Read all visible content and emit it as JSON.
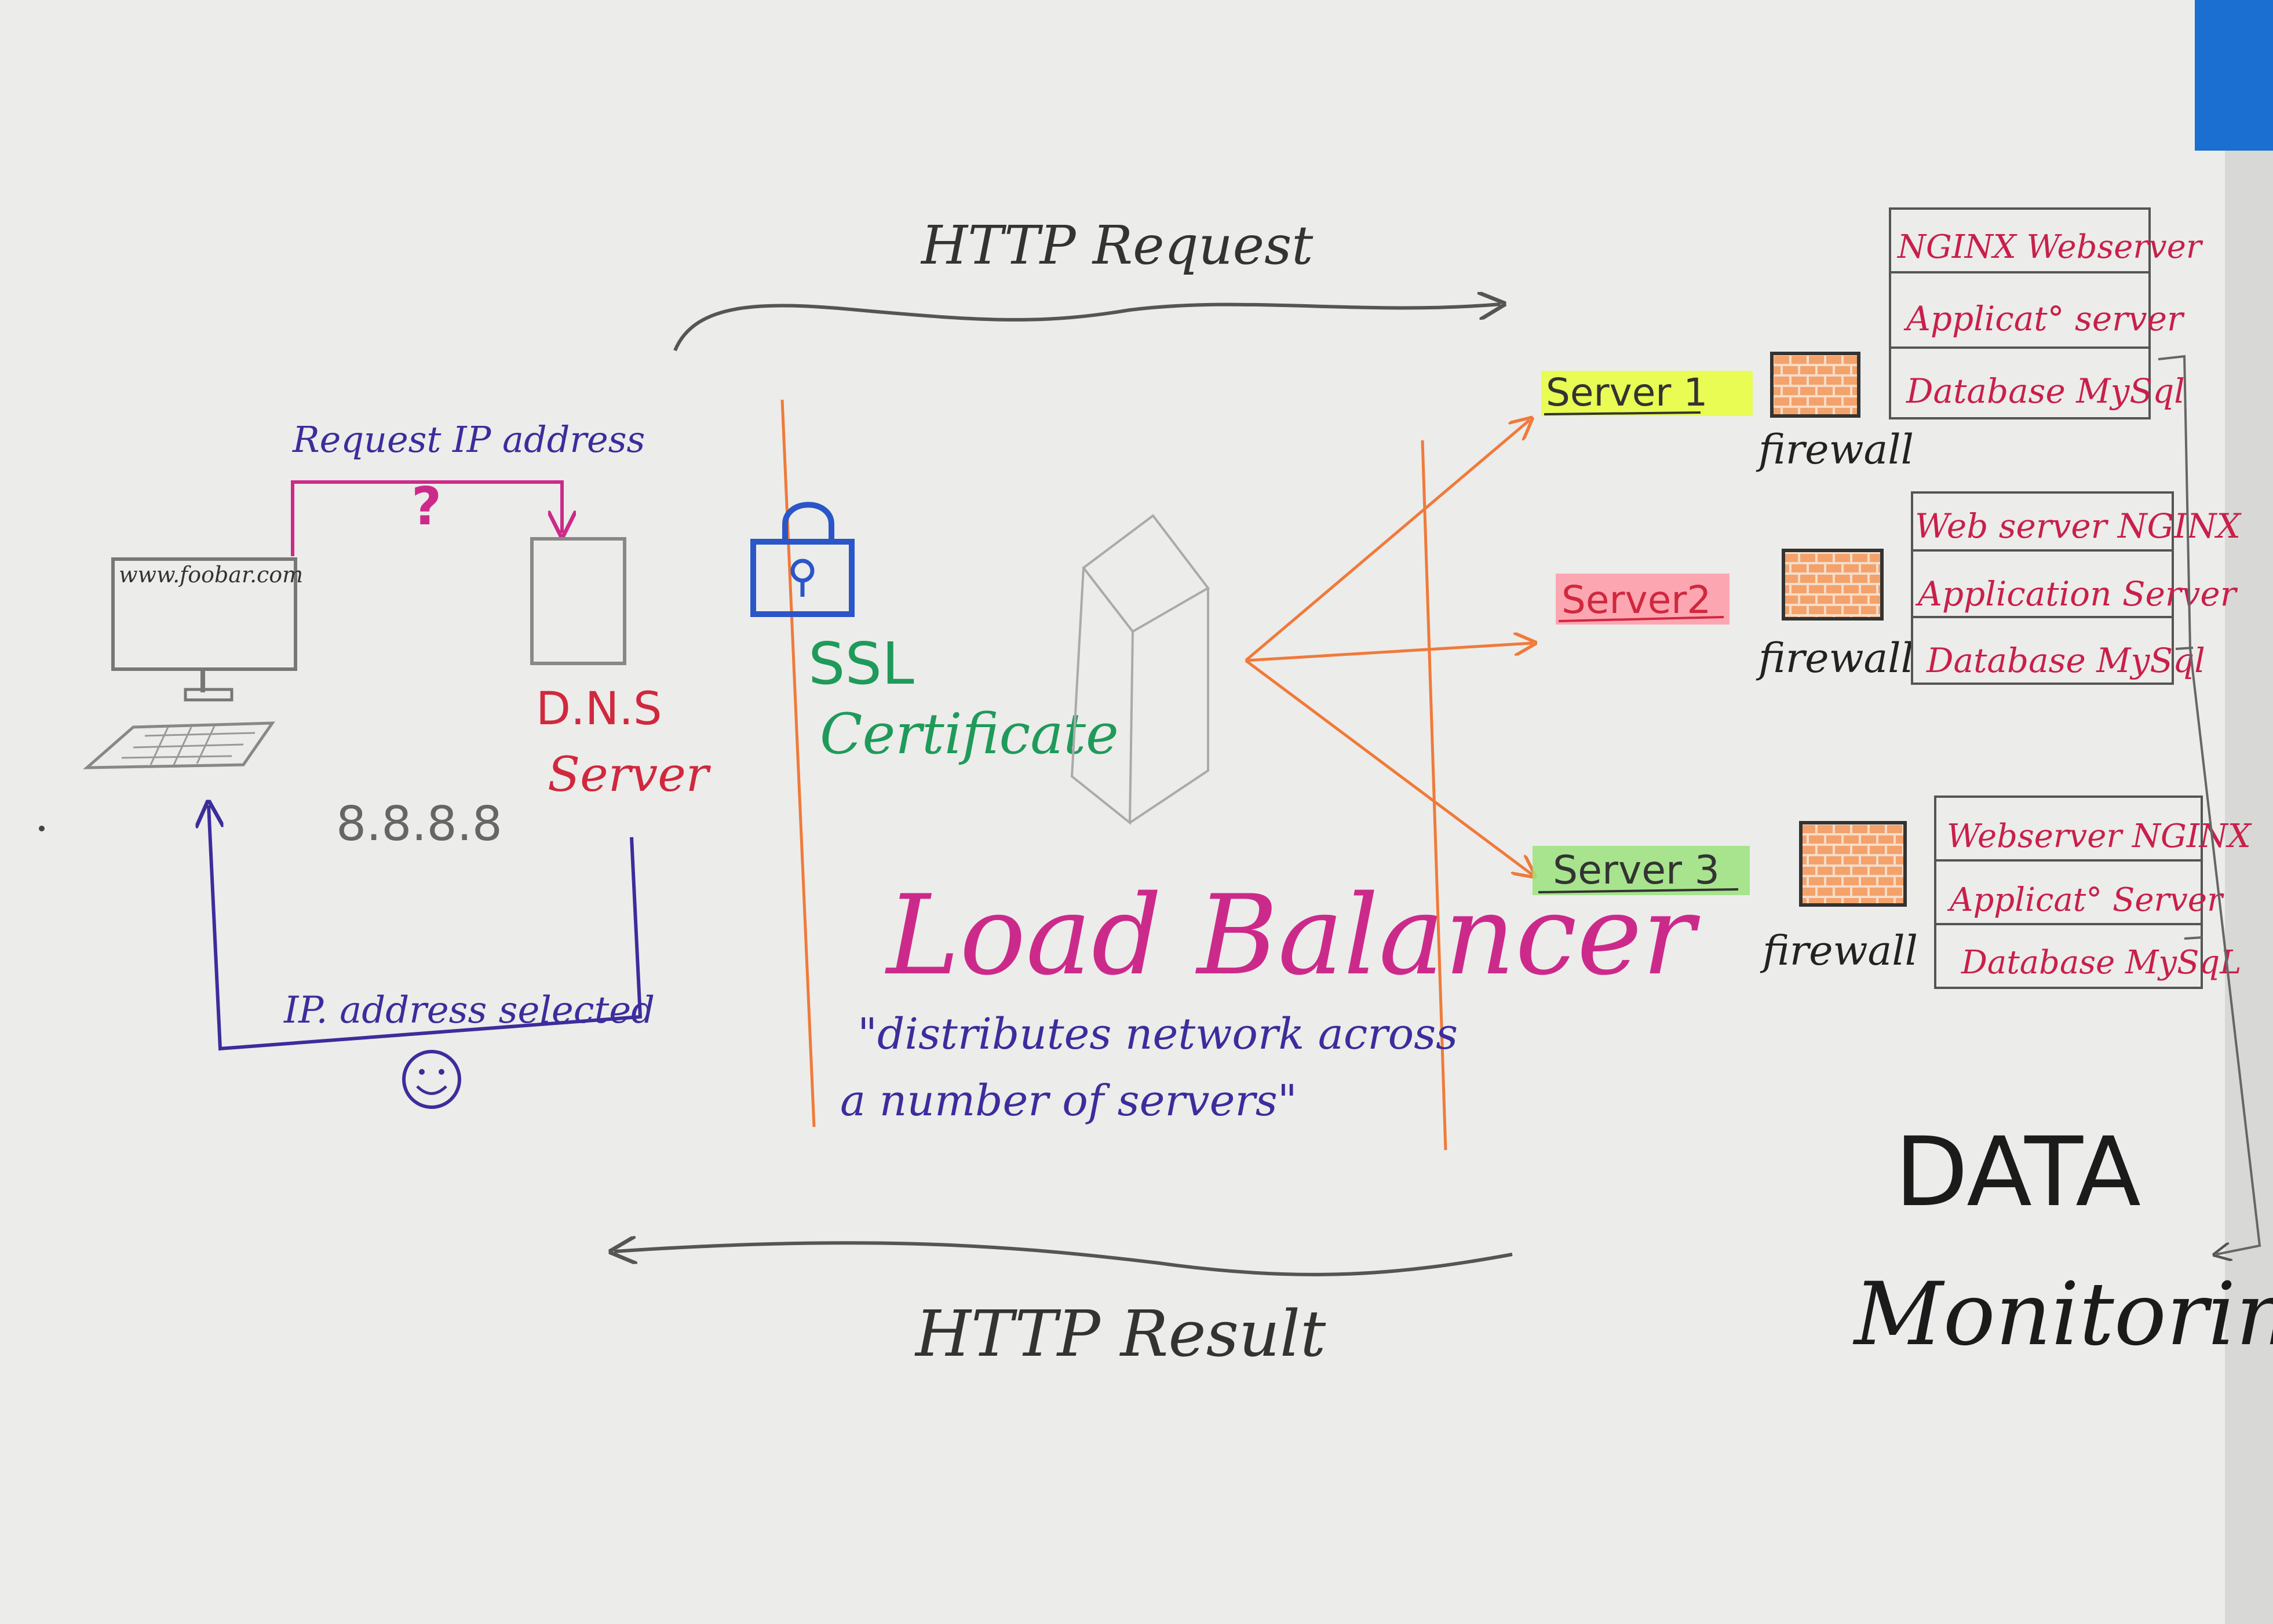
{
  "colors": {
    "paper": "#ececea",
    "blue_edge": "#1a6fd0",
    "ink_gray": "#555555",
    "ink_purple": "#3b2d9c",
    "ink_magenta": "#cc2a8a",
    "ink_red": "#d0283d",
    "ink_green": "#1f9a5a",
    "ink_orange": "#f07a3a",
    "ink_blue": "#2a56c8",
    "ink_black": "#1b1b1b",
    "highlight_yellow": "#e8ff3a",
    "highlight_pink": "#ff9aa8",
    "highlight_green": "#9be37d",
    "brick": "#f3a26b"
  },
  "arrows": {
    "http_request": "HTTP Request",
    "http_result": "HTTP Result"
  },
  "client": {
    "url": "www.foobar.com",
    "request_label": "Request IP address",
    "question": "?",
    "ip_selected_label": "IP. address selected",
    "smiley": "☺",
    "computer_icon": "desktop-computer-icon"
  },
  "dns": {
    "line1": "D.N.S",
    "line2": "Server",
    "ip": "8.8.8.8"
  },
  "ssl": {
    "line1": "SSL",
    "line2": "Certificate",
    "icon": "padlock-icon"
  },
  "load_balancer": {
    "title": "Load Balancer",
    "quote_line1": "\"distributes network across",
    "quote_line2": "a number of servers\""
  },
  "servers": [
    {
      "name": "Server 1",
      "firewall": "firewall",
      "stack": [
        "NGINX Webserver",
        "Applicat° server",
        "Database MySql"
      ]
    },
    {
      "name": "Server2",
      "firewall": "firewall",
      "stack": [
        "Web server NGINX",
        "Application Server",
        "Database MySql"
      ]
    },
    {
      "name": "Server 3",
      "firewall": "firewall",
      "stack": [
        "Webserver NGINX",
        "Applicat° Server",
        "Database MySqL"
      ]
    }
  ],
  "monitoring": {
    "line1": "DATA",
    "line2": "Monitoring"
  }
}
